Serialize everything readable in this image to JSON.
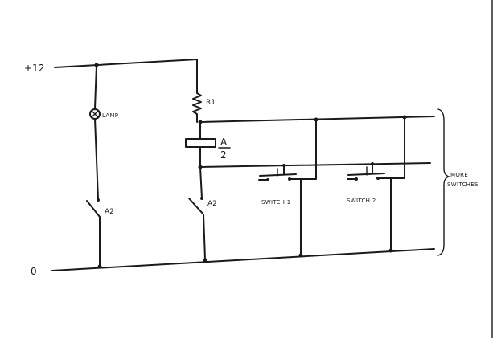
{
  "labels": {
    "supply": "+12",
    "ground": "0",
    "lamp": "LAMP",
    "resistor": "R1",
    "relay_top": "A",
    "relay_bottom": "2",
    "contact_left": "A2",
    "contact_right": "A2",
    "switch1": "SWITCH 1",
    "switch2": "SWITCH 2",
    "more_line1": "MORE",
    "more_line2": "SWITCHES"
  }
}
